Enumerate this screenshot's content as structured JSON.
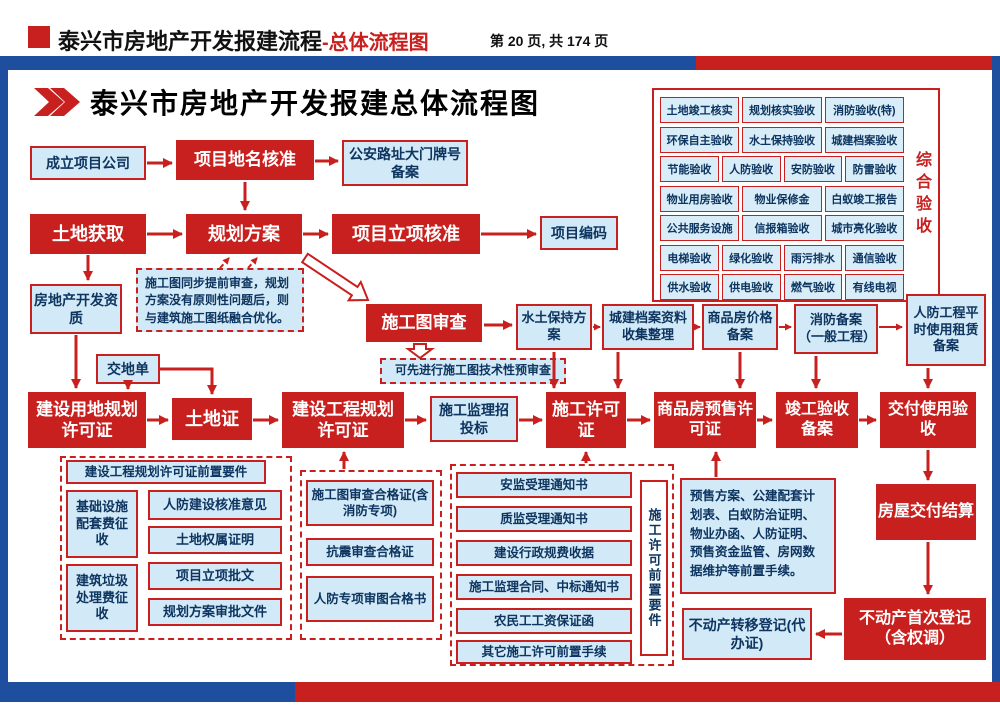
{
  "header": {
    "title": "泰兴市房地产开发报建流程",
    "subtitle": "-总体流程图",
    "page_info": "第 20 页, 共 174 页"
  },
  "main_title": "泰兴市房地产开发报建总体流程图",
  "colors": {
    "red": "#c8201e",
    "blue": "#1e4e9e",
    "box_blue": "#d2e9f7"
  },
  "acceptance": {
    "vertical_label": "综合验收",
    "rows": [
      [
        "土地竣工核实",
        "规划核实验收",
        "消防验收(特)"
      ],
      [
        "环保自主验收",
        "水土保持验收",
        "城建档案验收"
      ],
      [
        "节能验收",
        "人防验收",
        "安防验收",
        "防雷验收"
      ],
      [
        "物业用房验收",
        "物业保修金",
        "白蚁竣工报告"
      ],
      [
        "公共服务设施",
        "信报箱验收",
        "城市亮化验收"
      ],
      [
        "电梯验收",
        "绿化验收",
        "雨污排水",
        "通信验收"
      ],
      [
        "供水验收",
        "供电验收",
        "燃气验收",
        "有线电视"
      ]
    ]
  },
  "nodes": {
    "company": "成立项目公司",
    "place_name": "项目地名核准",
    "police_record": "公安路址大门牌号备案",
    "land_acquire": "土地获取",
    "plan_scheme": "规划方案",
    "project_approval": "项目立项核准",
    "project_code": "项目编码",
    "dev_qualification": "房地产开发资质",
    "note_sync": "施工图同步提前审查，规划方案没有原则性问题后，则与建筑施工图纸融合优化。",
    "drawing_review": "施工图审查",
    "water_soil": "水土保持方案",
    "archives": "城建档案资料收集整理",
    "price_record": "商品房价格备案",
    "fire_record": "消防备案（一般工程）",
    "civil_defense_record": "人防工程平时使用租赁备案",
    "note_pre": "可先进行施工图技术性预审查",
    "land_delivery": "交地单",
    "land_use_permit": "建设用地规划许可证",
    "land_cert": "土地证",
    "construction_plan_permit": "建设工程规划许可证",
    "supervision_bid": "施工监理招投标",
    "construction_permit": "施工许可证",
    "presale_permit": "商品房预售许可证",
    "completion_record": "竣工验收备案",
    "delivery_acceptance": "交付使用验收",
    "house_settlement": "房屋交付结算",
    "presale_requirements": "预售方案、公建配套计划表、白蚁防治证明、物业办函、人防证明、预售资金监管、房网数据维护等前置手续。",
    "transfer_registration": "不动产转移登记(代办证)",
    "first_registration": "不动产首次登记（含权调）"
  },
  "plan_permit_req": {
    "label": "建设工程规划许可证前置要件",
    "left": [
      "基础设施配套费征收",
      "建筑垃圾处理费征收"
    ],
    "right": [
      "人防建设核准意见",
      "土地权属证明",
      "项目立项批文",
      "规划方案审批文件"
    ]
  },
  "drawing_certs": [
    "施工图审查合格证(含消防专项)",
    "抗震审查合格证",
    "人防专项审图合格书"
  ],
  "permit_req": {
    "vertical_label": "施工许可前置要件",
    "items": [
      "安监受理通知书",
      "质监受理通知书",
      "建设行政规费收据",
      "施工监理合同、中标通知书",
      "农民工工资保证函",
      "其它施工许可前置手续"
    ]
  }
}
